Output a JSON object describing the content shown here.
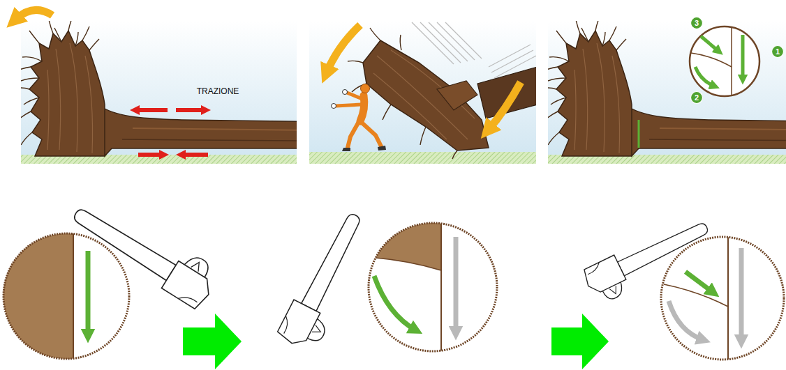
{
  "diagram": {
    "labels": [
      "TRAZIONE",
      "3",
      "1",
      "2"
    ]
  }
}
